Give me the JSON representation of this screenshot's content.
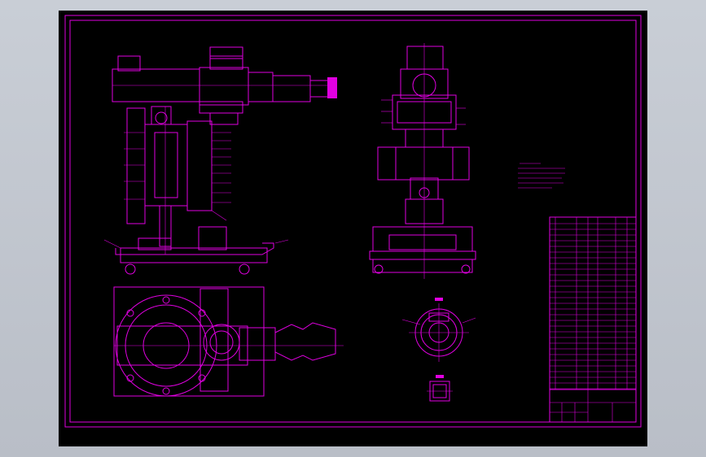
{
  "viewer": {
    "background_color": "#000000",
    "line_color": "#e000e0",
    "frame_color": "#c9ced6"
  },
  "drawing": {
    "views": [
      "front-section-view",
      "side-view",
      "top-view",
      "section-a-a",
      "detail-b"
    ]
  }
}
